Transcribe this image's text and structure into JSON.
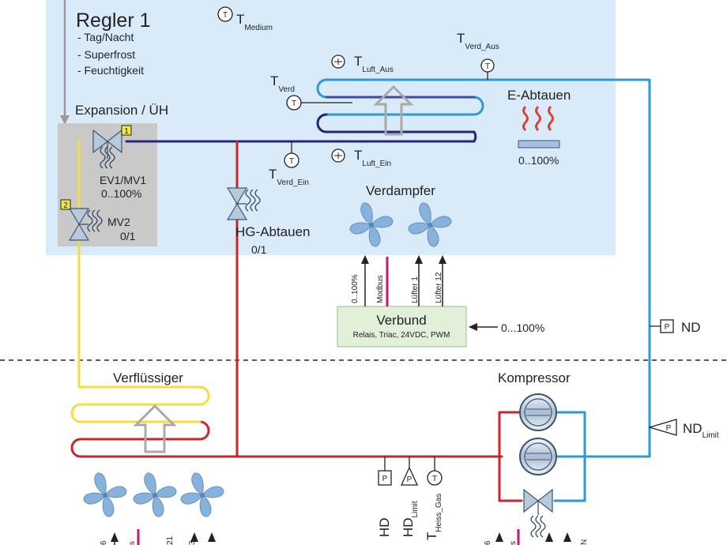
{
  "controller": {
    "title": "Regler 1",
    "features": [
      "- Tag/Nacht",
      "- Superfrost",
      "- Feuchtigkeit"
    ]
  },
  "sensors": {
    "t_medium": {
      "main": "T",
      "sub": "Medium"
    },
    "t_verd_aus": {
      "main": "T",
      "sub": "Verd_Aus"
    },
    "t_luft_aus": {
      "main": "T",
      "sub": "Luft_Aus"
    },
    "t_verd": {
      "main": "T",
      "sub": "Verd"
    },
    "t_luft_ein": {
      "main": "T",
      "sub": "Luft_Ein"
    },
    "t_verd_ein": {
      "main": "T",
      "sub": "Verd_Ein"
    },
    "t_heiss_gas": {
      "main": "T",
      "sub": "Heiss_Gas"
    },
    "sensor_symbols": {
      "temperature": "T",
      "pressure": "P"
    }
  },
  "expansion": {
    "title": "Expansion / ÜH",
    "ev1_label": "EV1/MV1",
    "ev1_range": "0..100%",
    "mv2_label": "MV2",
    "mv2_range": "0/1",
    "badge1": "1",
    "badge2": "2"
  },
  "hg_abtauen": {
    "label": "HG-Abtauen",
    "range": "0/1"
  },
  "e_abtauen": {
    "label": "E-Abtauen",
    "range": "0..100%"
  },
  "verdampfer": {
    "label": "Verdampfer",
    "signals": [
      "0..100%",
      "Modbus",
      "Lüfter 1",
      "Lüfter 12"
    ]
  },
  "verbund": {
    "title": "Verbund",
    "subtitle": "Relais, Triac, 24VDC, PWM",
    "input": "0...100%"
  },
  "low_pressure": {
    "nd": "ND",
    "nd_limit_main": "ND",
    "nd_limit_sub": "Limit"
  },
  "verfluessiger": {
    "label": "Verflüssiger",
    "partial_signals": [
      "6",
      "s",
      "21",
      "3"
    ]
  },
  "kompressor": {
    "label": "Kompressor",
    "partial_signals": [
      "6",
      "s",
      "N"
    ]
  },
  "high_pressure": {
    "hd": "HD",
    "hd_limit_main": "HD",
    "hd_limit_sub": "Limit",
    "t_heiss_gas_main": "T",
    "t_heiss_gas_sub": "Heiss_Gas"
  },
  "colors": {
    "panel": "#d9ebf9",
    "expansion_box": "#c9c9c9",
    "suction_line": "#2a9ad8",
    "liquid_line": "#f5de3c",
    "hot_gas_line": "#c8262c",
    "evaporator_line": "#29257a",
    "fan": "#86b2dc",
    "verbund_box": "#e3f0d9",
    "modbus": "#c0187a"
  },
  "icons": [
    "temperature-sensor-icon",
    "pressure-sensor-icon",
    "pressure-switch-icon",
    "fan-icon",
    "expansion-valve-icon",
    "solenoid-valve-icon",
    "compressor-icon",
    "heater-icon",
    "arrow-up-icon"
  ]
}
